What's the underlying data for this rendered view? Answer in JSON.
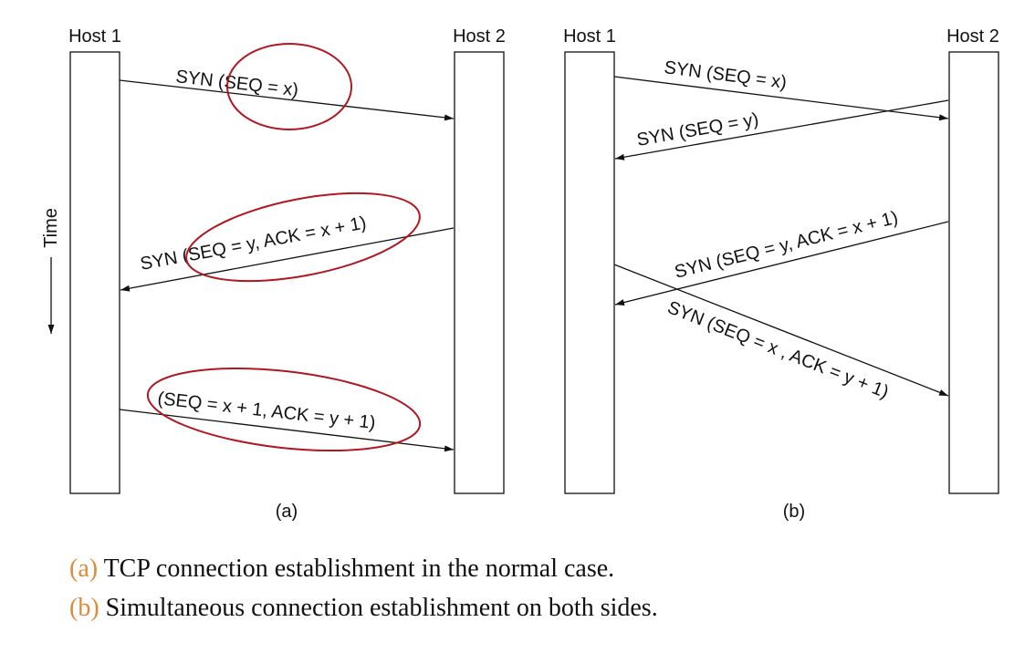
{
  "colors": {
    "line": "#111111",
    "highlight": "#b0171f",
    "caption_tag": "#e0893a"
  },
  "time_axis": {
    "label": "Time"
  },
  "panel_a": {
    "tag": "(a)",
    "host_left": "Host 1",
    "host_right": "Host 2",
    "messages": [
      {
        "text": "SYN (SEQ = x)",
        "direction": "host1-to-host2"
      },
      {
        "text": "SYN (SEQ = y, ACK = x + 1)",
        "direction": "host2-to-host1"
      },
      {
        "text": "(SEQ = x + 1, ACK = y + 1)",
        "direction": "host1-to-host2"
      }
    ]
  },
  "panel_b": {
    "tag": "(b)",
    "host_left": "Host 1",
    "host_right": "Host 2",
    "messages": [
      {
        "text": "SYN (SEQ = x)",
        "direction": "host1-to-host2"
      },
      {
        "text": "SYN (SEQ = y)",
        "direction": "host2-to-host1"
      },
      {
        "text": "SYN (SEQ = y, ACK = x + 1)",
        "direction": "host2-to-host1"
      },
      {
        "text": "SYN (SEQ = x , ACK = y + 1)",
        "direction": "host1-to-host2"
      }
    ]
  },
  "captions": [
    {
      "tag": "(a)",
      "text": "TCP connection establishment in the normal case."
    },
    {
      "tag": "(b)",
      "text": "Simultaneous connection establishment on both sides."
    }
  ]
}
